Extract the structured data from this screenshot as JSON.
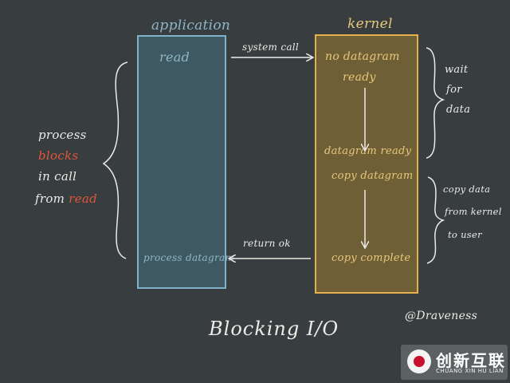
{
  "application": {
    "title": "application",
    "read": "read",
    "process_datagram": "process datagram"
  },
  "kernel": {
    "title": "kernel",
    "no_datagram_line1": "no datagram",
    "no_datagram_line2": "ready",
    "datagram_ready": "datagram ready",
    "copy_datagram": "copy datagram",
    "copy_complete": "copy complete"
  },
  "arrows": {
    "system_call": "system call",
    "return_ok": "return ok"
  },
  "left_note": {
    "line1": "process",
    "line2": "blocks",
    "line3": "in call",
    "line4_prefix": "from",
    "line4_emph": "read"
  },
  "right_note_wait": {
    "line1": "wait",
    "line2": "for",
    "line3": "data"
  },
  "right_note_copy": {
    "line1": "copy data",
    "line2": "from kernel",
    "line3": "to user"
  },
  "title": "Blocking I/O",
  "signature": "@Draveness",
  "watermark": {
    "chinese": "创新互联",
    "english": "CHUANG XIN HU LIAN"
  },
  "colors": {
    "board": "#383d40",
    "application_border": "#7fb2c9",
    "kernel_border": "#e3b04a",
    "emphasis": "#e0563a"
  }
}
